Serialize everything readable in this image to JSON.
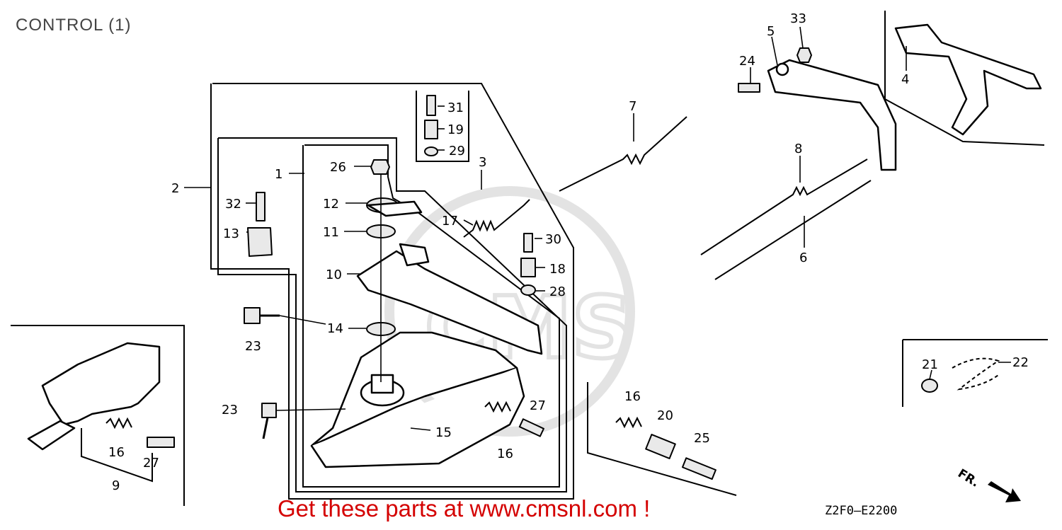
{
  "title": "CONTROL (1)",
  "promo": "Get these parts at www.cmsnl.com !",
  "diagram_code": "Z2F0—E2200",
  "direction_label": "FR.",
  "watermark_text": "CMS",
  "callouts": {
    "c1": "1",
    "c2": "2",
    "c3": "3",
    "c4": "4",
    "c5": "5",
    "c6": "6",
    "c7": "7",
    "c8": "8",
    "c9": "9",
    "c10": "10",
    "c11": "11",
    "c12": "12",
    "c13": "13",
    "c14": "14",
    "c15": "15",
    "c16a": "16",
    "c16b": "16",
    "c16c": "16",
    "c17": "17",
    "c18": "18",
    "c19": "19",
    "c20": "20",
    "c21": "21",
    "c22": "22",
    "c23a": "23",
    "c23b": "23",
    "c24": "24",
    "c25": "25",
    "c26": "26",
    "c27a": "27",
    "c27b": "27",
    "c28": "28",
    "c29": "29",
    "c30": "30",
    "c31": "31",
    "c32": "32",
    "c33": "33"
  }
}
